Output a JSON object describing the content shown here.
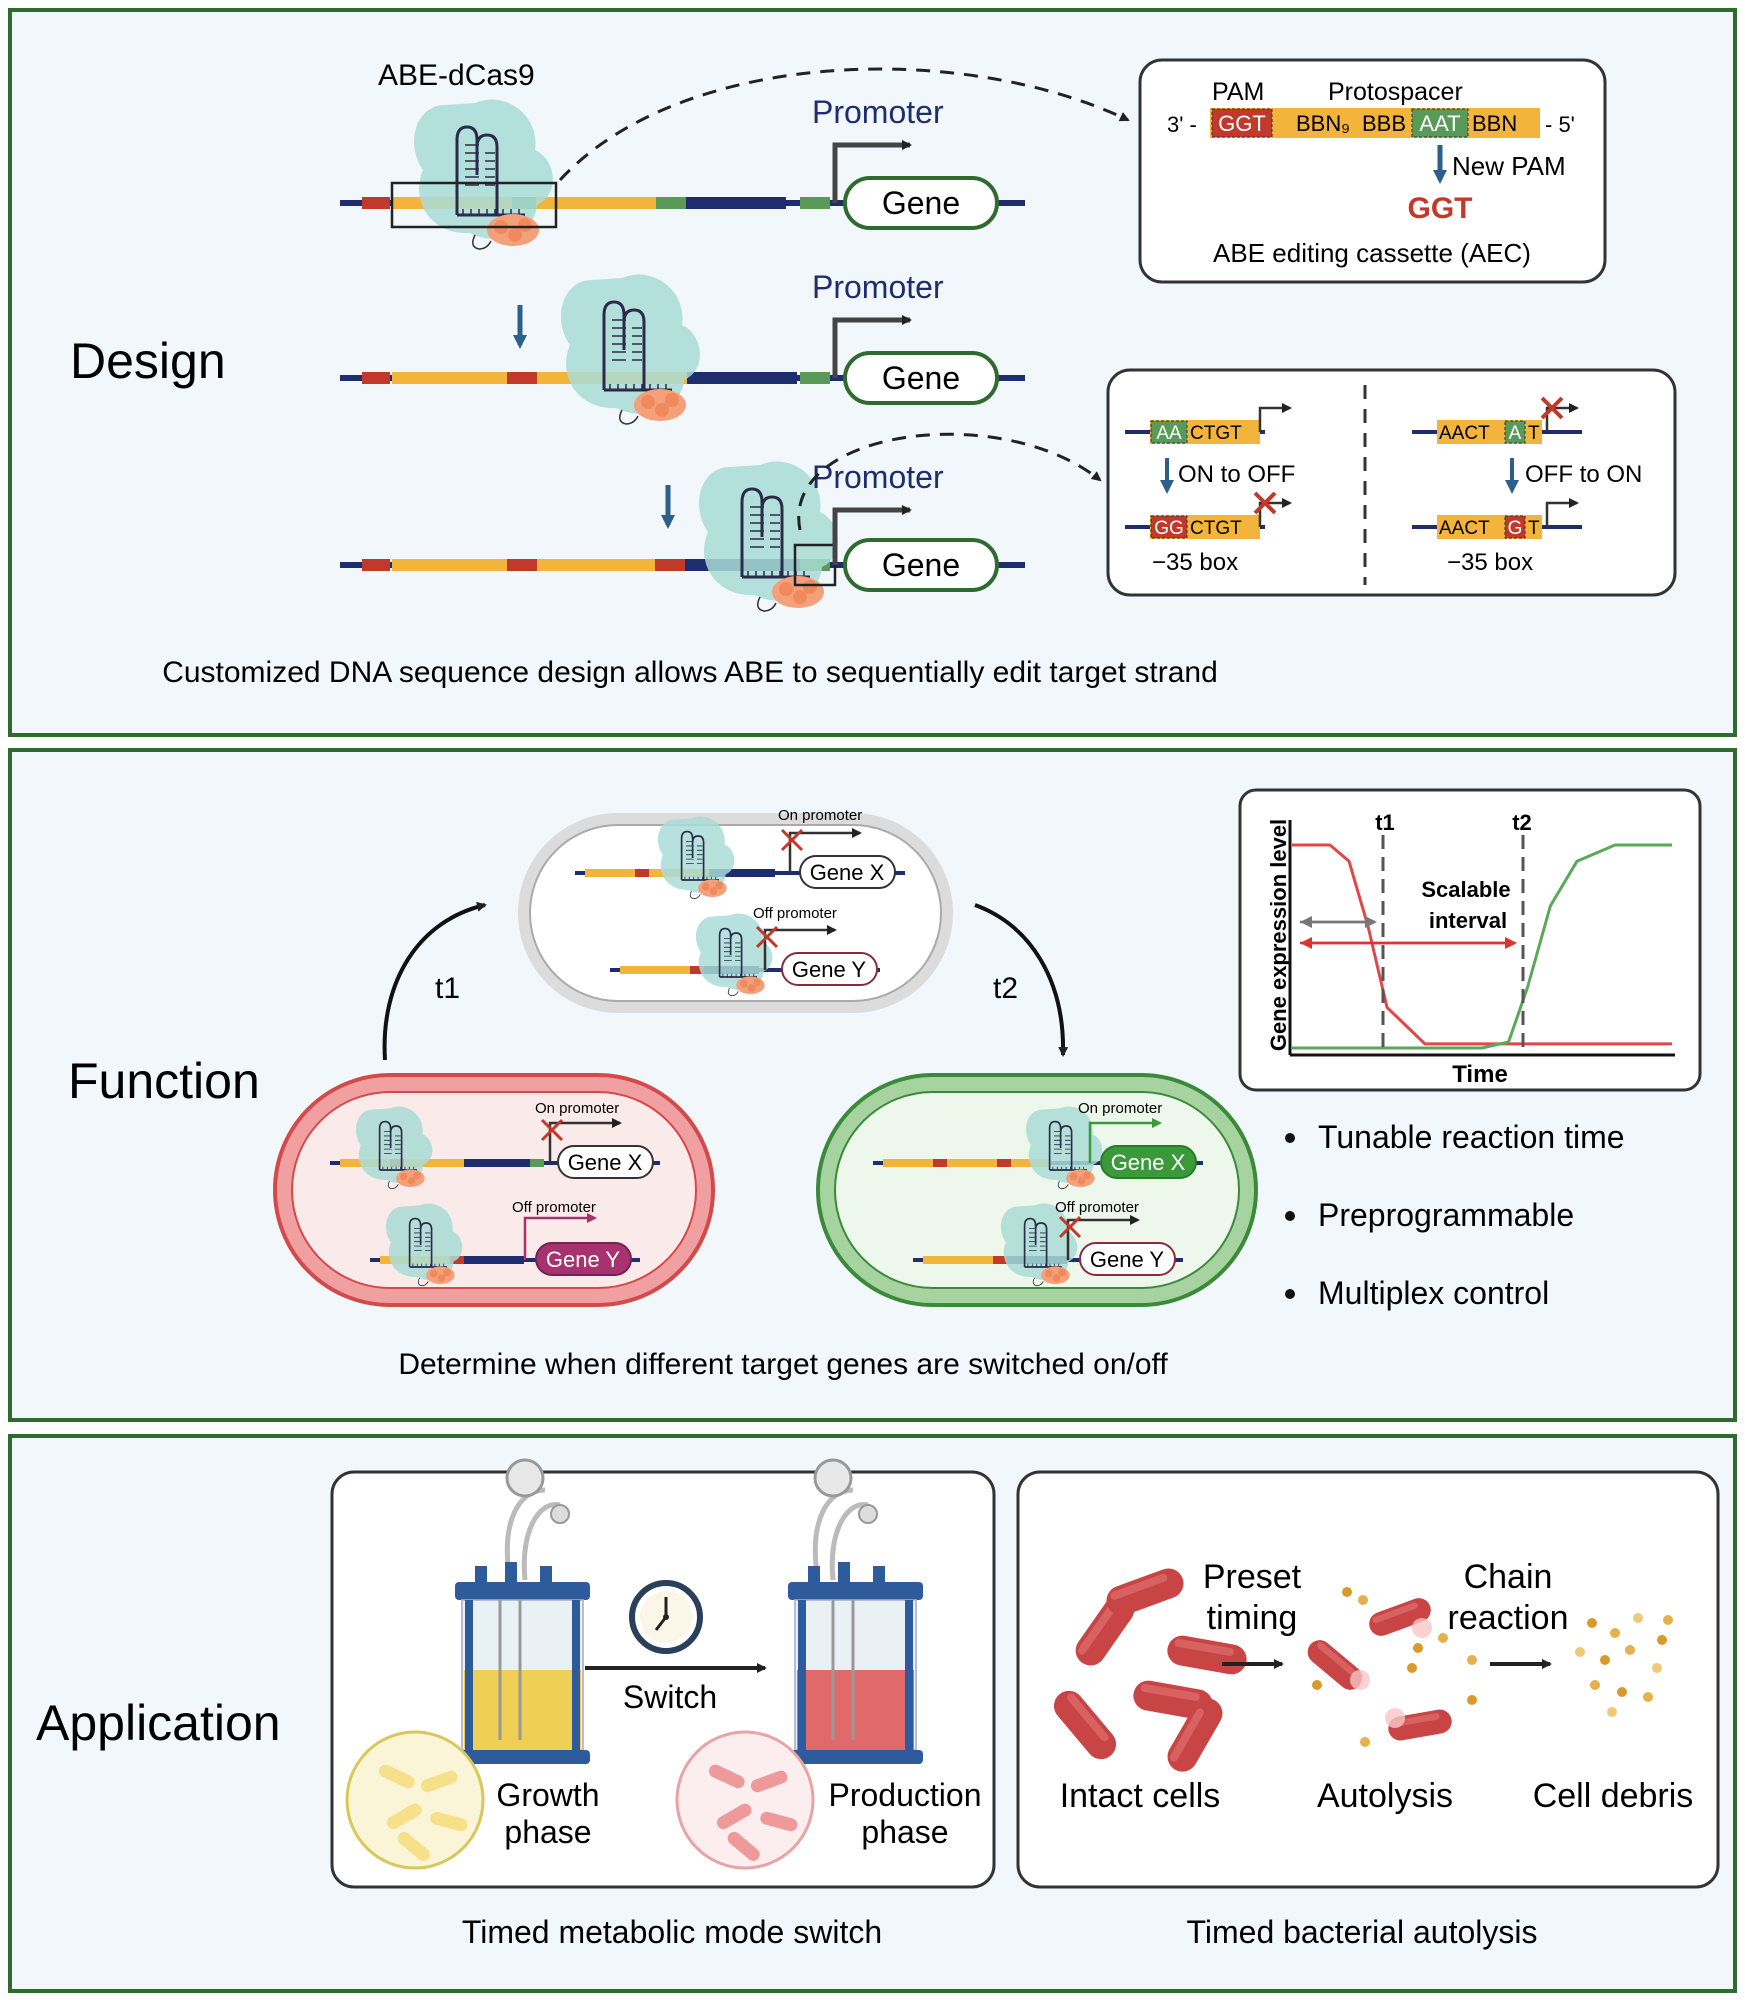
{
  "design": {
    "heading": "Design",
    "abe_label": "ABE-dCas9",
    "promoter": "Promoter",
    "gene": "Gene",
    "caption": "Customized DNA sequence design allows ABE to sequentially edit target strand",
    "aec": {
      "pam": "PAM",
      "protospacer": "Protospacer",
      "end3": "3' -",
      "end5": "- 5'",
      "ggt": "GGT",
      "bbn9": "BBN₉",
      "bbb": "BBB",
      "aat": "AAT",
      "bbn": "BBN",
      "new_pam": "New PAM",
      "ggt_new": "GGT",
      "title": "ABE editing cassette (AEC)"
    },
    "switches": {
      "on_top_aa": "AA",
      "on_top_seq": "CTGT",
      "on_label": "ON to OFF",
      "on_bot_gg": "GG",
      "on_bot_seq": "CTGT",
      "box_left": "−35 box",
      "off_top_seq": "AACT",
      "off_top_a": "A",
      "off_top_t": "T",
      "off_label": "OFF to ON",
      "off_bot_seq": "AACT",
      "off_bot_g": "G",
      "off_bot_t": "T",
      "box_right": "−35 box"
    }
  },
  "function": {
    "heading": "Function",
    "t1": "t1",
    "t2": "t2",
    "on_promoter": "On promoter",
    "off_promoter": "Off promoter",
    "gene_x": "Gene X",
    "gene_y": "Gene Y",
    "caption": "Determine when different target genes are switched on/off",
    "bullets": [
      "Tunable reaction time",
      "Preprogrammable",
      "Multiplex control"
    ],
    "chart": {
      "ylabel": "Gene expression level",
      "xlabel": "Time",
      "t1": "t1",
      "t2": "t2",
      "annotation_line1": "Scalable",
      "annotation_line2": "interval"
    }
  },
  "application": {
    "heading": "Application",
    "switch": "Switch",
    "growth1": "Growth",
    "growth2": "phase",
    "prod1": "Production",
    "prod2": "phase",
    "caption_left": "Timed metabolic mode switch",
    "preset1": "Preset",
    "preset2": "timing",
    "chain1": "Chain",
    "chain2": "reaction",
    "intact": "Intact cells",
    "autolysis": "Autolysis",
    "debris": "Cell debris",
    "caption_right": "Timed bacterial autolysis"
  },
  "colors": {
    "panel_border": "#2f6b2f",
    "panel_fill": "#f1f7fb",
    "pam_red": "#c0392b",
    "strand_yellow": "#f3b43c",
    "edit_green": "#5a9a58",
    "navy": "#1f2d6e",
    "cas9_teal": "#a9dcd6",
    "on_green": "#3a9a3a",
    "off_red": "#e04848",
    "gene_y_purple": "#a6326f"
  },
  "chart_data": {
    "type": "line",
    "xlabel": "Time",
    "ylabel": "Gene expression level",
    "markers": [
      "t1",
      "t2"
    ],
    "series": [
      {
        "x": [
          0,
          10,
          15,
          20,
          25,
          35,
          80,
          100
        ],
        "y": [
          1,
          1,
          0.92,
          0.6,
          0.2,
          0.02,
          0.02,
          0.02
        ]
      },
      {
        "x": [
          0,
          50,
          57,
          62,
          68,
          75,
          85,
          100
        ],
        "y": [
          0,
          0,
          0.03,
          0.3,
          0.7,
          0.92,
          1,
          1
        ]
      }
    ]
  }
}
